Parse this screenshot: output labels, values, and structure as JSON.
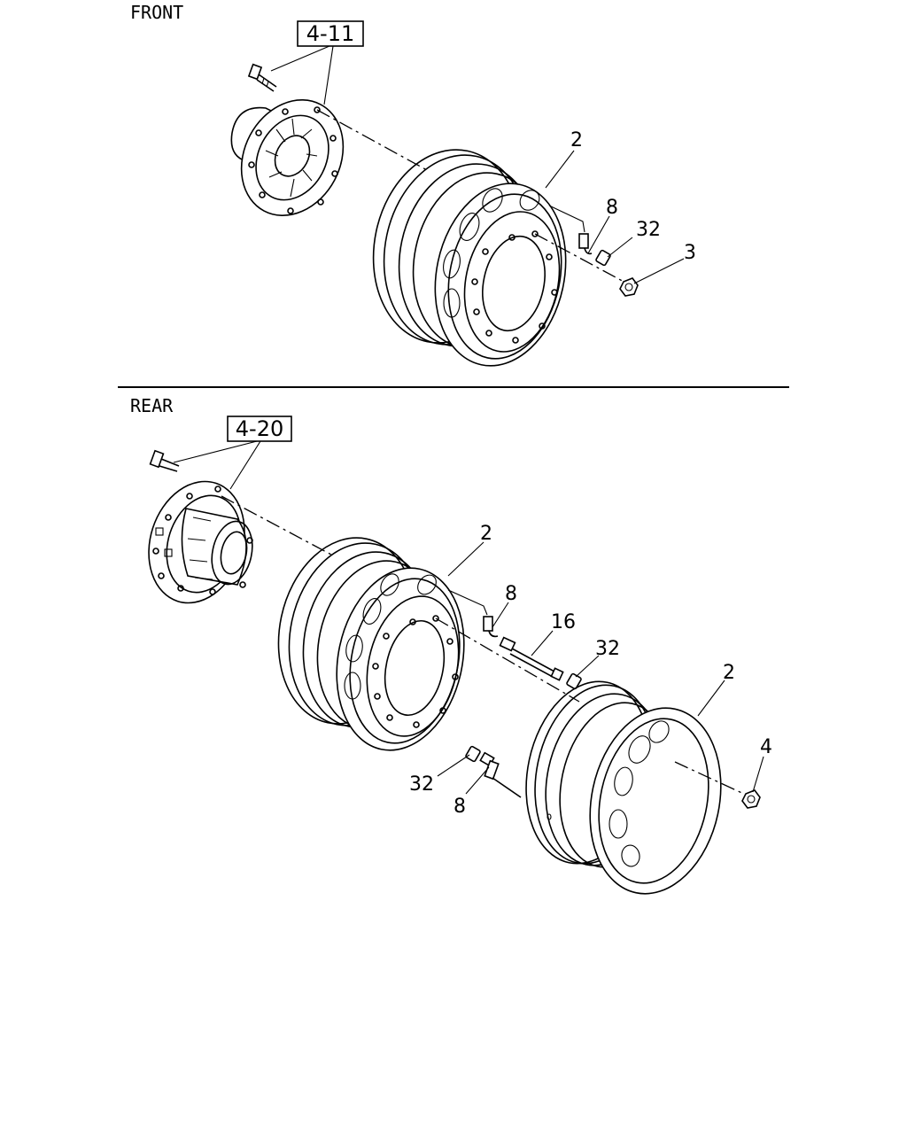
{
  "sections": {
    "front": {
      "title": "FRONT",
      "ref": "4-11",
      "callouts": {
        "rim": "2",
        "valve": "8",
        "cap": "32",
        "nut": "3"
      }
    },
    "rear": {
      "title": "REAR",
      "ref": "4-20",
      "callouts": {
        "rim_inner": "2",
        "valve_inner": "8",
        "extension": "16",
        "cap_inner": "32",
        "rim_outer": "2",
        "nut": "4",
        "cap_outer": "32",
        "valve_outer": "8"
      }
    }
  }
}
